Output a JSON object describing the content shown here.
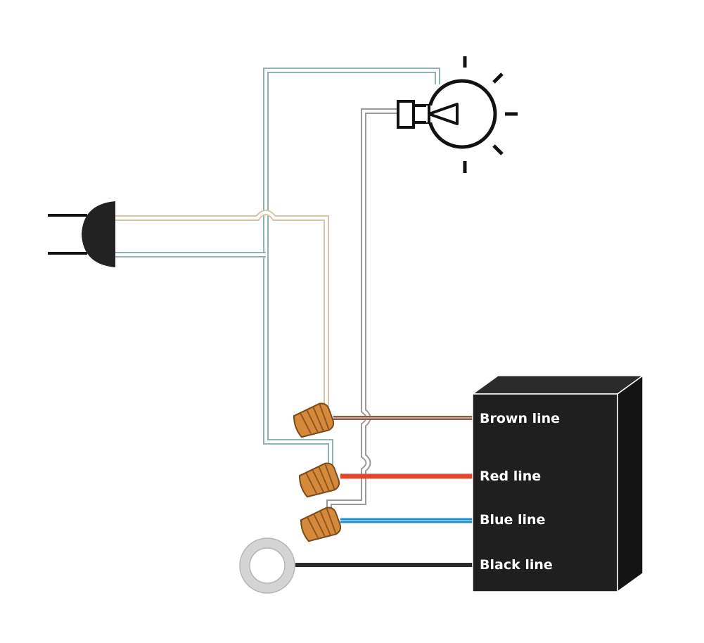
{
  "box_labels": {
    "brown": "Brown line",
    "red": "Red line",
    "blue": "Blue line",
    "black": "Black line"
  },
  "colors": {
    "box_face": "#1f1f1f",
    "box_top": "#2b2b2b",
    "box_side": "#141414",
    "wire_teal": "#8fb3b3",
    "wire_tan": "#d9c3ac",
    "wire_gray": "#9a9a9a",
    "brown": "#8a5a4a",
    "red": "#e1452d",
    "blue": "#1d8fd1",
    "black": "#2c2c2c",
    "connector": "#d48a3a",
    "ring": "#d4d4d4"
  },
  "icons": {
    "plug": "plug-icon",
    "lamp": "light-bulb-icon",
    "ring": "ground-ring-icon",
    "connector": "wire-nut-icon",
    "controller": "controller-box"
  }
}
